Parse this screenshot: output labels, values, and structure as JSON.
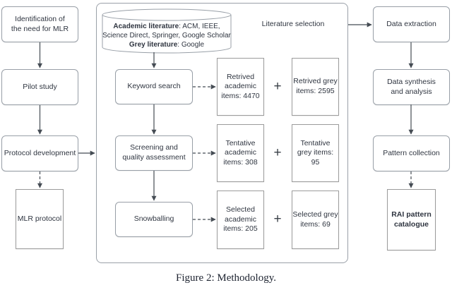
{
  "caption": "Figure 2: Methodology.",
  "colors": {
    "background": "#ffffff",
    "box_border": "#989fa7",
    "output_box_border": "#9b9b9b",
    "text": "#2f3540",
    "arrow": "#454c54"
  },
  "left_column": {
    "identification": "Identification of\nthe need for MLR",
    "pilot_study": "Pilot study",
    "protocol_development": "Protocol development",
    "mlr_protocol": "MLR protocol"
  },
  "literature_selection": {
    "label": "Literature selection",
    "datasource": {
      "academic_label": "Academic literature",
      "academic_items": ": ACM, IEEE,\nScience Direct, Springer, Google Scholar",
      "grey_label": "Grey literature",
      "grey_items": ": Google"
    },
    "steps": {
      "keyword_search": "Keyword search",
      "screening": "Screening and\nquality assessment",
      "snowballing": "Snowballing"
    },
    "results": {
      "retrieved_academic": "Retrived\nacademic\nitems: 4470",
      "retrieved_grey": "Retrived grey\nitems: 2595",
      "tentative_academic": "Tentative\nacademic\nitems: 308",
      "tentative_grey": "Tentative\ngrey items:\n95",
      "selected_academic": "Selected\nacademic\nitems: 205",
      "selected_grey": "Selected grey\nitems: 69"
    },
    "plus_sign": "+"
  },
  "right_column": {
    "data_extraction": "Data extraction",
    "data_synthesis": "Data synthesis\nand analysis",
    "pattern_collection": "Pattern collection",
    "rai_catalogue": "RAI pattern\ncatalogue"
  }
}
